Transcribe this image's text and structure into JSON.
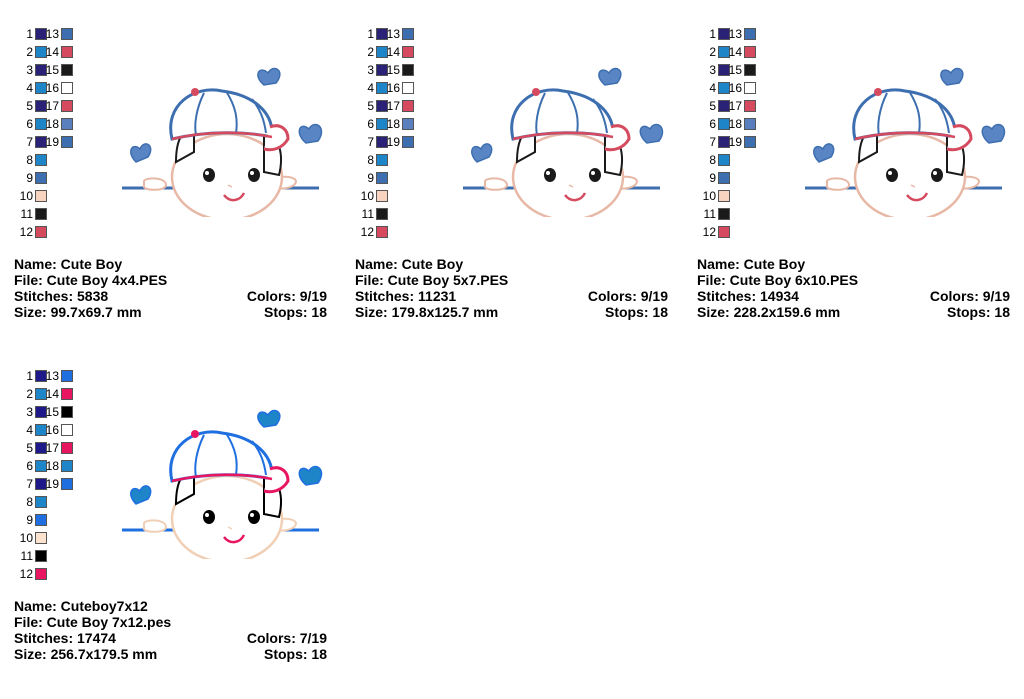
{
  "cards": [
    {
      "name_label": "Name: Cute Boy",
      "file_label": "File: Cute Boy 4x4.PES",
      "stitches_label": "Stitches: 5838",
      "colors_label": "Colors: 9/19",
      "size_label": "Size: 99.7x69.7 mm",
      "stops_label": "Stops: 18",
      "palette_left": [
        "#2a2277",
        "#1e85c8",
        "#2a2277",
        "#1e85c8",
        "#2a2277",
        "#1e85c8",
        "#2a2277",
        "#1e85c8",
        "#3d6fb0",
        "#f8d3c0",
        "#1a1a1a",
        "#d54a5e"
      ],
      "palette_right": [
        "#3d6fb0",
        "#d54a5e",
        "#1a1a1a",
        "#ffffff",
        "#d54a5e",
        "#5a7fbf",
        "#3d6fb0"
      ]
    },
    {
      "name_label": "Name: Cute Boy",
      "file_label": "File: Cute Boy 5x7.PES",
      "stitches_label": "Stitches: 11231",
      "colors_label": "Colors: 9/19",
      "size_label": "Size: 179.8x125.7 mm",
      "stops_label": "Stops: 18",
      "palette_left": [
        "#2a2277",
        "#1e85c8",
        "#2a2277",
        "#1e85c8",
        "#2a2277",
        "#1e85c8",
        "#2a2277",
        "#1e85c8",
        "#3d6fb0",
        "#f8d3c0",
        "#1a1a1a",
        "#d54a5e"
      ],
      "palette_right": [
        "#3d6fb0",
        "#d54a5e",
        "#1a1a1a",
        "#ffffff",
        "#d54a5e",
        "#5a7fbf",
        "#3d6fb0"
      ]
    },
    {
      "name_label": "Name: Cute Boy",
      "file_label": "File: Cute Boy 6x10.PES",
      "stitches_label": "Stitches: 14934",
      "colors_label": "Colors: 9/19",
      "size_label": "Size: 228.2x159.6 mm",
      "stops_label": "Stops: 18",
      "palette_left": [
        "#2a2277",
        "#1e85c8",
        "#2a2277",
        "#1e85c8",
        "#2a2277",
        "#1e85c8",
        "#2a2277",
        "#1e85c8",
        "#3d6fb0",
        "#f8d3c0",
        "#1a1a1a",
        "#d54a5e"
      ],
      "palette_right": [
        "#3d6fb0",
        "#d54a5e",
        "#1a1a1a",
        "#ffffff",
        "#d54a5e",
        "#5a7fbf",
        "#3d6fb0"
      ]
    },
    {
      "name_label": "Name: Cuteboy7x12",
      "file_label": "File: Cute Boy 7x12.pes",
      "stitches_label": "Stitches: 17474",
      "colors_label": "Colors: 7/19",
      "size_label": "Size: 256.7x179.5 mm",
      "stops_label": "Stops: 18",
      "palette_left": [
        "#1e1a8a",
        "#1e85c8",
        "#1e1a8a",
        "#1e85c8",
        "#1e1a8a",
        "#1e85c8",
        "#1e1a8a",
        "#1e85c8",
        "#1f6fe0",
        "#fbe3cf",
        "#000000",
        "#e81660"
      ],
      "palette_right": [
        "#1f6fe0",
        "#e81660",
        "#000000",
        "#ffffff",
        "#e81660",
        "#1e85c8",
        "#1f6fe0"
      ]
    }
  ],
  "numbers_left": [
    "1",
    "2",
    "3",
    "4",
    "5",
    "6",
    "7",
    "8",
    "9",
    "10",
    "11",
    "12"
  ],
  "numbers_right": [
    "13",
    "14",
    "15",
    "16",
    "17",
    "18",
    "19"
  ]
}
